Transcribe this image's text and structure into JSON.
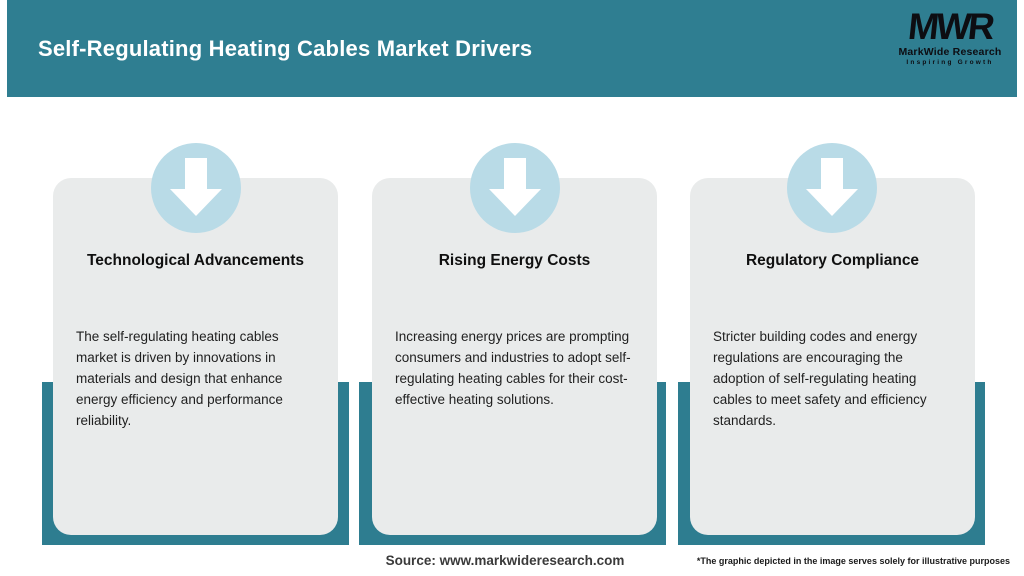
{
  "header": {
    "title": "Self-Regulating Heating Cables Market Drivers",
    "logo": {
      "monogram": "MWR",
      "name": "MarkWide Research",
      "tagline": "Inspiring Growth"
    }
  },
  "cards": [
    {
      "icon": "down-arrow-icon",
      "title": "Technological Advancements",
      "body": "The self-regulating heating cables market is driven by innovations in materials and design that enhance energy efficiency and performance reliability."
    },
    {
      "icon": "down-arrow-icon",
      "title": "Rising Energy Costs",
      "body": "Increasing energy prices are prompting consumers and industries to adopt self-regulating heating cables for their cost-effective heating solutions."
    },
    {
      "icon": "down-arrow-icon",
      "title": "Regulatory Compliance",
      "body": "Stricter building codes and energy regulations are encouraging the adoption of self-regulating heating cables to meet safety and efficiency standards."
    }
  ],
  "footer": {
    "source": "Source: www.markwideresearch.com",
    "disclaimer": "*The graphic depicted in the image serves solely for illustrative purposes"
  },
  "colors": {
    "accent_teal": "#2f7e91",
    "circle_blue": "#b9dbe7",
    "card_gray": "#e9ebeb",
    "title_white": "#ffffff",
    "logo_black": "#0d0d12"
  }
}
